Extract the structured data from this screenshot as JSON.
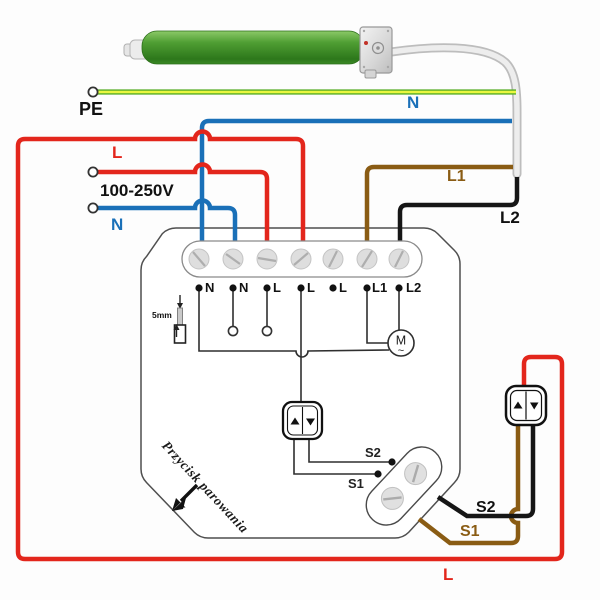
{
  "colors": {
    "red": "#e3261c",
    "blue": "#1a70b8",
    "brown": "#8a5c14",
    "black": "#161616",
    "pe_green": "#56ad25",
    "pe_yellow": "#e9f640",
    "device_outline": "#4f4f4f",
    "internal_wire": "#2f2f2f",
    "motor_green_light": "#8cc968",
    "motor_green": "#4f9e33",
    "motor_green_dark": "#2d771b"
  },
  "labels": {
    "pe": "PE",
    "n_top": "N",
    "l_input": "L",
    "voltage": "100-250V",
    "n_input": "N",
    "l1": "L1",
    "l2": "L2",
    "s2_external": "S2",
    "s1_external": "S1",
    "l_bottom": "L",
    "pairing_button": "Przycisk parowania",
    "strip_length": "5mm"
  },
  "device": {
    "terminal_labels": [
      "N",
      "N",
      "L",
      "L",
      "L",
      "L1",
      "L2"
    ],
    "motor_symbol": "M",
    "motor_wave": "~",
    "s2_internal": "S2",
    "s1_internal": "S1"
  }
}
